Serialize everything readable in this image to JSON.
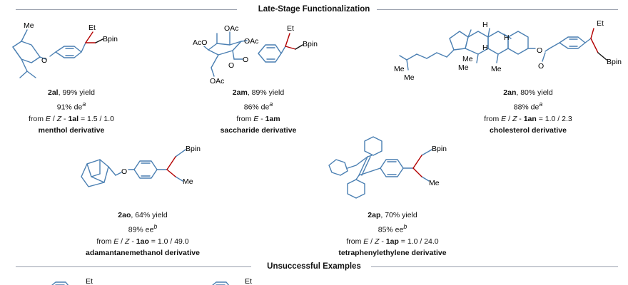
{
  "sections": {
    "top_title": "Late-Stage Functionalization",
    "bottom_title": "Unsuccessful Examples"
  },
  "colors": {
    "ring": "#4a7fb2",
    "new_bond": "#b30000",
    "text": "#111111",
    "rule": "#9aa0ad"
  },
  "atom_labels": {
    "et": "Et",
    "bpin": "Bpin",
    "me": "Me",
    "o": "O",
    "oac": "OAc",
    "aco": "AcO",
    "h": "H"
  },
  "compounds": [
    {
      "id": "2al",
      "yield": ", 99% yield",
      "selectivity": "91% de",
      "note": "a",
      "source_prefix": "from ",
      "geometry_a": "E",
      "geometry_sep": " / ",
      "geometry_b": "Z",
      "source_dash": " - ",
      "substrate": "1al",
      "ratio": " = 1.5 / 1.0",
      "name": "menthol derivative"
    },
    {
      "id": "2am",
      "yield": ", 89% yield",
      "selectivity": "86% de",
      "note": "a",
      "source_prefix": "from ",
      "geometry_a": "E",
      "source_dash": " - ",
      "substrate": "1am",
      "name": "saccharide derivative"
    },
    {
      "id": "2an",
      "yield": ", 80% yield",
      "selectivity": "88% de",
      "note": "a",
      "source_prefix": "from ",
      "geometry_a": "E",
      "geometry_sep": " / ",
      "geometry_b": "Z",
      "source_dash": " - ",
      "substrate": "1an",
      "ratio": " = 1.0 / 2.3",
      "name": "cholesterol derivative"
    },
    {
      "id": "2ao",
      "yield": ", 64% yield",
      "selectivity": "89% ee",
      "note": "b",
      "source_prefix": "from ",
      "geometry_a": "E",
      "geometry_sep": " / ",
      "geometry_b": "Z",
      "source_dash": " - ",
      "substrate": "1ao",
      "ratio": " = 1.0 / 49.0",
      "name": "adamantanemethanol derivative"
    },
    {
      "id": "2ap",
      "yield": ", 70% yield",
      "selectivity": "85% ee",
      "note": "b",
      "source_prefix": "from ",
      "geometry_a": "E",
      "geometry_sep": " / ",
      "geometry_b": "Z",
      "source_dash": " - ",
      "substrate": "1ap",
      "ratio": " = 1.0 / 24.0",
      "name": "tetraphenylethylene derivative"
    }
  ]
}
